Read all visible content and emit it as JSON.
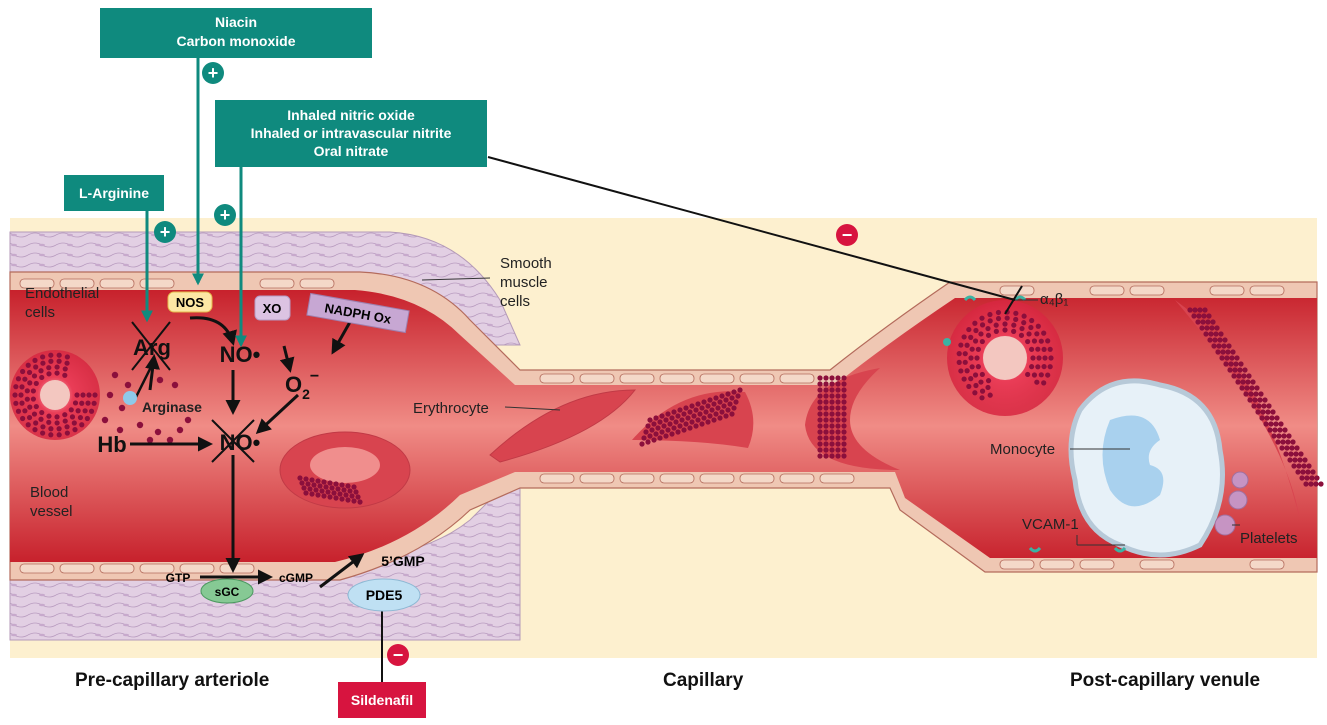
{
  "boxes": {
    "niacin": {
      "line1": "Niacin",
      "line2": "Carbon monoxide"
    },
    "nitric": {
      "line1": "Inhaled nitric oxide",
      "line2": "Inhaled or intravascular nitrite",
      "line3": "Oral nitrate"
    },
    "larginine": "L-Arginine",
    "sildenafil": "Sildenafil"
  },
  "signs": {
    "plus": "+",
    "minus": "−"
  },
  "labels": {
    "endothelial_1": "Endothelial",
    "endothelial_2": "cells",
    "smooth_1": "Smooth",
    "smooth_2": "muscle",
    "smooth_3": "cells",
    "blood_1": "Blood",
    "blood_2": "vessel",
    "erythrocyte": "Erythrocyte",
    "monocyte": "Monocyte",
    "vcam": "VCAM-1",
    "platelets": "Platelets",
    "integrin": "α₄β₁"
  },
  "molecules": {
    "nos": "NOS",
    "xo": "XO",
    "nadph": "NADPH Ox",
    "arg": "Arg",
    "arginase": "Arginase",
    "no_radical": "NO•",
    "no_scavenged": "NO•",
    "o2_base": "O",
    "o2_sub": "2",
    "o2_sup": "−",
    "hb": "Hb",
    "sgc": "sGC",
    "gtp": "GTP",
    "cgmp": "cGMP",
    "gmp": "5’GMP",
    "pde5": "PDE5"
  },
  "regions": {
    "pre": "Pre-capillary arteriole",
    "cap": "Capillary",
    "post": "Post-capillary venule"
  },
  "colors": {
    "teal": "#0f8a7e",
    "red_box": "#d7143f",
    "vessel_bg": "#fdf0cf",
    "blood": "#d83a3f",
    "wall": "#efc7b3",
    "smooth_muscle": "#dcc6de",
    "dots": "#8b0f3c"
  }
}
